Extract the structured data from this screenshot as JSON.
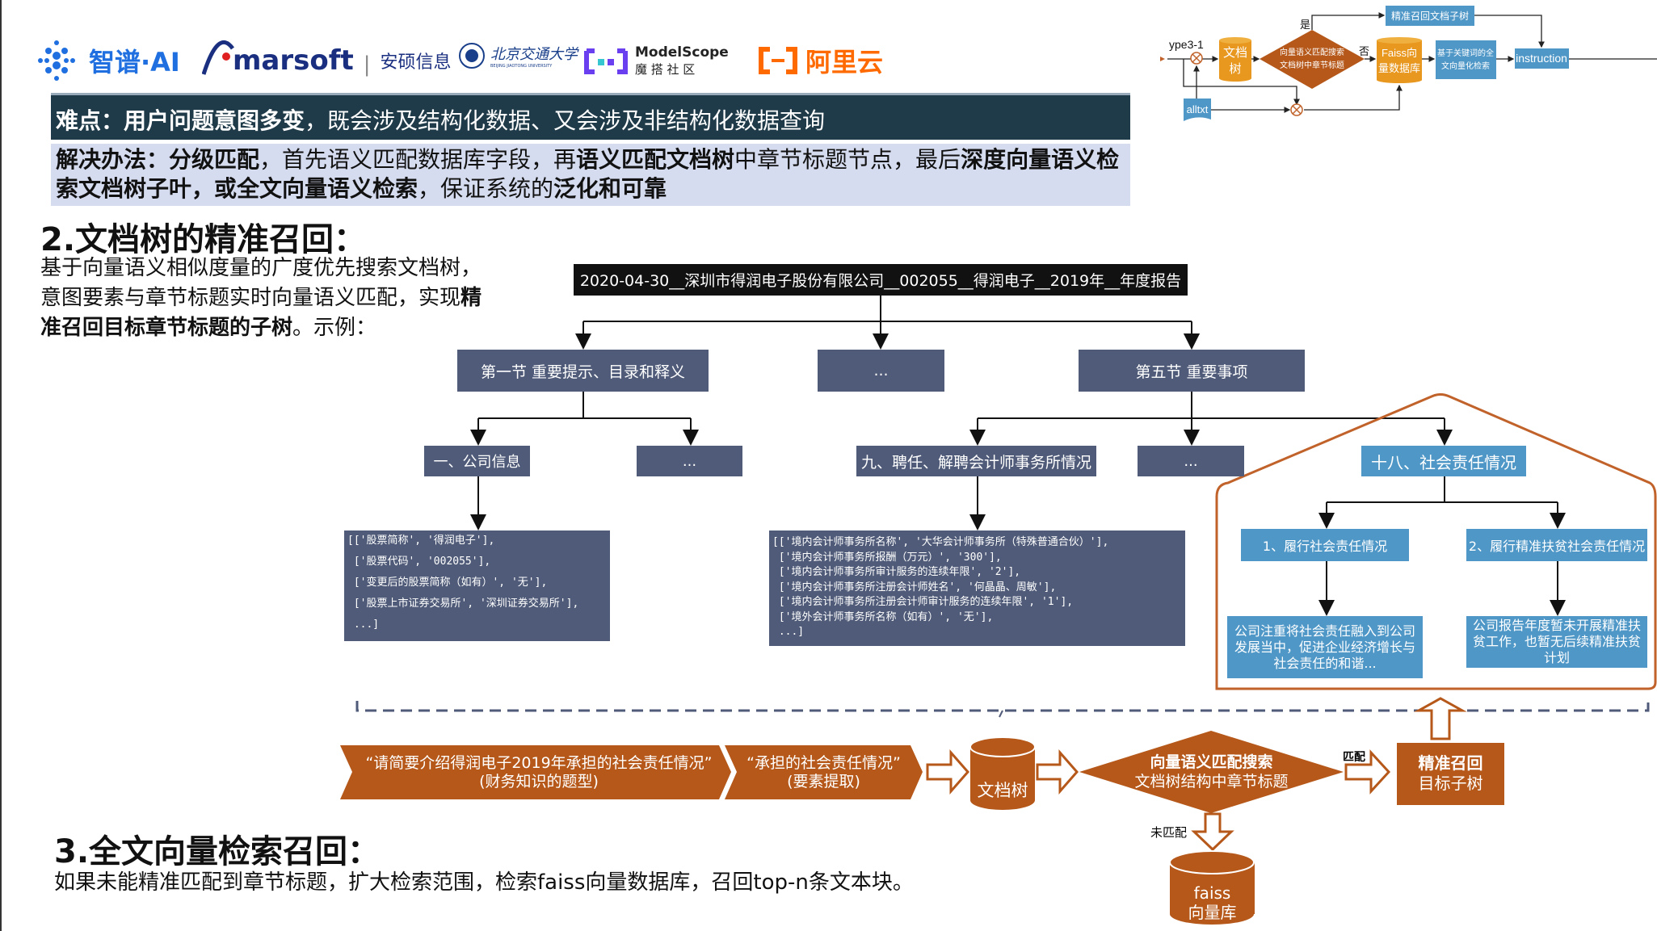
{
  "logos": {
    "zhipu": "智谱·AI",
    "marsoft": "marsoft",
    "marsoft_cn": "安硕信息",
    "bjtu": "北京交通大学",
    "bjtu_en": "BEIJING JIAOTONG UNIVERSITY",
    "modelscope": "ModelScope",
    "modelscope_cn": "魔 搭 社 区",
    "aliyun": "阿里云"
  },
  "banner": {
    "label": "难点：",
    "bold": "用户问题意图多变",
    "rest": "，既会涉及结构化数据、又会涉及非结构化数据查询"
  },
  "solution": {
    "p1": "解决办法：分级匹配",
    "p2": "，首先语义匹配数据库字段，再",
    "p3": "语义匹配文档树",
    "p4": "中章节标题节点，最后",
    "p5": "深度向量语义检索文档树子叶，或全文向量语义检索",
    "p6": "，保证系统的",
    "p7": "泛化和可靠"
  },
  "section2": {
    "title": "2.文档树的精准召回：",
    "line1": "基于向量语义相似度量的广度优先搜索文档树，",
    "line2a": "意图要素与章节标题实时向量语义匹配，实现",
    "line2b": "精",
    "line3a": "准召回目标章节标题的子树",
    "line3b": "。示例："
  },
  "tree": {
    "root": "2020-04-30__深圳市得润电子股份有限公司__002055__得润电子__2019年__年度报告",
    "l1": [
      "第一节 重要提示、目录和释义",
      "...",
      "第五节 重要事项"
    ],
    "l2": [
      "一、公司信息",
      "...",
      "九、聘任、解聘会计师事务所情况",
      "...",
      "十八、社会责任情况"
    ],
    "code1": "[['股票简称', '得润电子'],\n\n ['股票代码', '002055'],\n\n ['变更后的股票简称（如有）', '无'],\n\n ['股票上市证券交易所', '深圳证券交易所'],\n\n ...]",
    "code2": "[['境内会计师事务所名称', '大华会计师事务所（特殊普通合伙）'],\n ['境内会计师事务所报酬（万元）', '300'],\n ['境内会计师事务所审计服务的连续年限', '2'],\n ['境内会计师事务所注册会计师姓名', '何晶晶、周敏'],\n ['境内会计师事务所注册会计师审计服务的连续年限', '1'],\n ['境外会计师事务所名称（如有）', '无'],\n ...]",
    "l3": [
      "1、履行社会责任情况",
      "2、履行精准扶贫社会责任情况"
    ],
    "leaf": [
      "公司注重将社会责任融入到公司发展当中，促进企业经济增长与社会责任的和谐...",
      "公司报告年度暂未开展精准扶贫工作，也暂无后续精准扶贫计划"
    ]
  },
  "flow": {
    "q1a": "“请简要介绍得润电子2019年承担的社会责任情况”",
    "q1b": "(财务知识的题型)",
    "q2a": "“承担的社会责任情况”",
    "q2b": "(要素提取)",
    "doc_tree": "文档树",
    "diamond_a": "向量语义匹配搜索",
    "diamond_b": "文档树结构中章节标题",
    "match": "匹配",
    "result_a": "精准召回",
    "result_b": "目标子树",
    "no_match": "未匹配",
    "faiss_a": "faiss",
    "faiss_b": "向量库"
  },
  "section3": {
    "title": "3.全文向量检索召回：",
    "text": "如果未能精准匹配到章节标题，扩大检索范围，检索faiss向量数据库，召回top-n条文本块。"
  },
  "mini": {
    "input": "ype3-1",
    "doc": [
      "文档",
      "树"
    ],
    "diamond": [
      "向量语义匹配搜索",
      "文档树中章节标题"
    ],
    "yes": "是",
    "no": "否",
    "subtree": "精准召回文档子树",
    "faiss": [
      "Faiss向",
      "量数据库"
    ],
    "kw": [
      "基于关键词的全",
      "文向量化检索"
    ],
    "instruction": "instruction",
    "alltxt": "alltxt"
  },
  "colors": {
    "banner": "#1f3a48",
    "solution_bg": "#d6dcf0",
    "slate": "#4f5b78",
    "blue": "#4f97c7",
    "orange": "#b5581a",
    "mini_orange": "#e8971f"
  }
}
